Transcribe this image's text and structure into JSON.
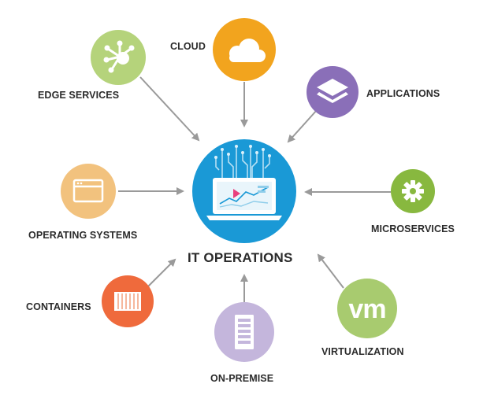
{
  "center": {
    "label": "IT OPERATIONS",
    "color": "#1a99d6",
    "icon": "laptop-dashboard-icon"
  },
  "nodes": {
    "cloud": {
      "label": "CLOUD",
      "color": "#f2a41e",
      "icon": "cloud-icon"
    },
    "edge": {
      "label": "EDGE SERVICES",
      "color": "#b5d37b",
      "icon": "network-hub-icon"
    },
    "applications": {
      "label": "APPLICATIONS",
      "color": "#8a6fb8",
      "icon": "layers-icon"
    },
    "operating_systems": {
      "label": "OPERATING SYSTEMS",
      "color": "#f2c27e",
      "icon": "window-icon"
    },
    "microservices": {
      "label": "MICROSERVICES",
      "color": "#88b83f",
      "icon": "gear-icon"
    },
    "containers": {
      "label": "CONTAINERS",
      "color": "#ef6a3c",
      "icon": "shipping-container-icon"
    },
    "virtualization": {
      "label": "VIRTUALIZATION",
      "color": "#a8cb6f",
      "icon": "vm-logo-icon",
      "logo_text": "vm"
    },
    "on_premise": {
      "label": "ON-PREMISE",
      "color": "#c4b6dc",
      "icon": "server-rack-icon"
    }
  },
  "colors": {
    "arrow": "#9a9a9a",
    "label": "#2b2b2b"
  }
}
